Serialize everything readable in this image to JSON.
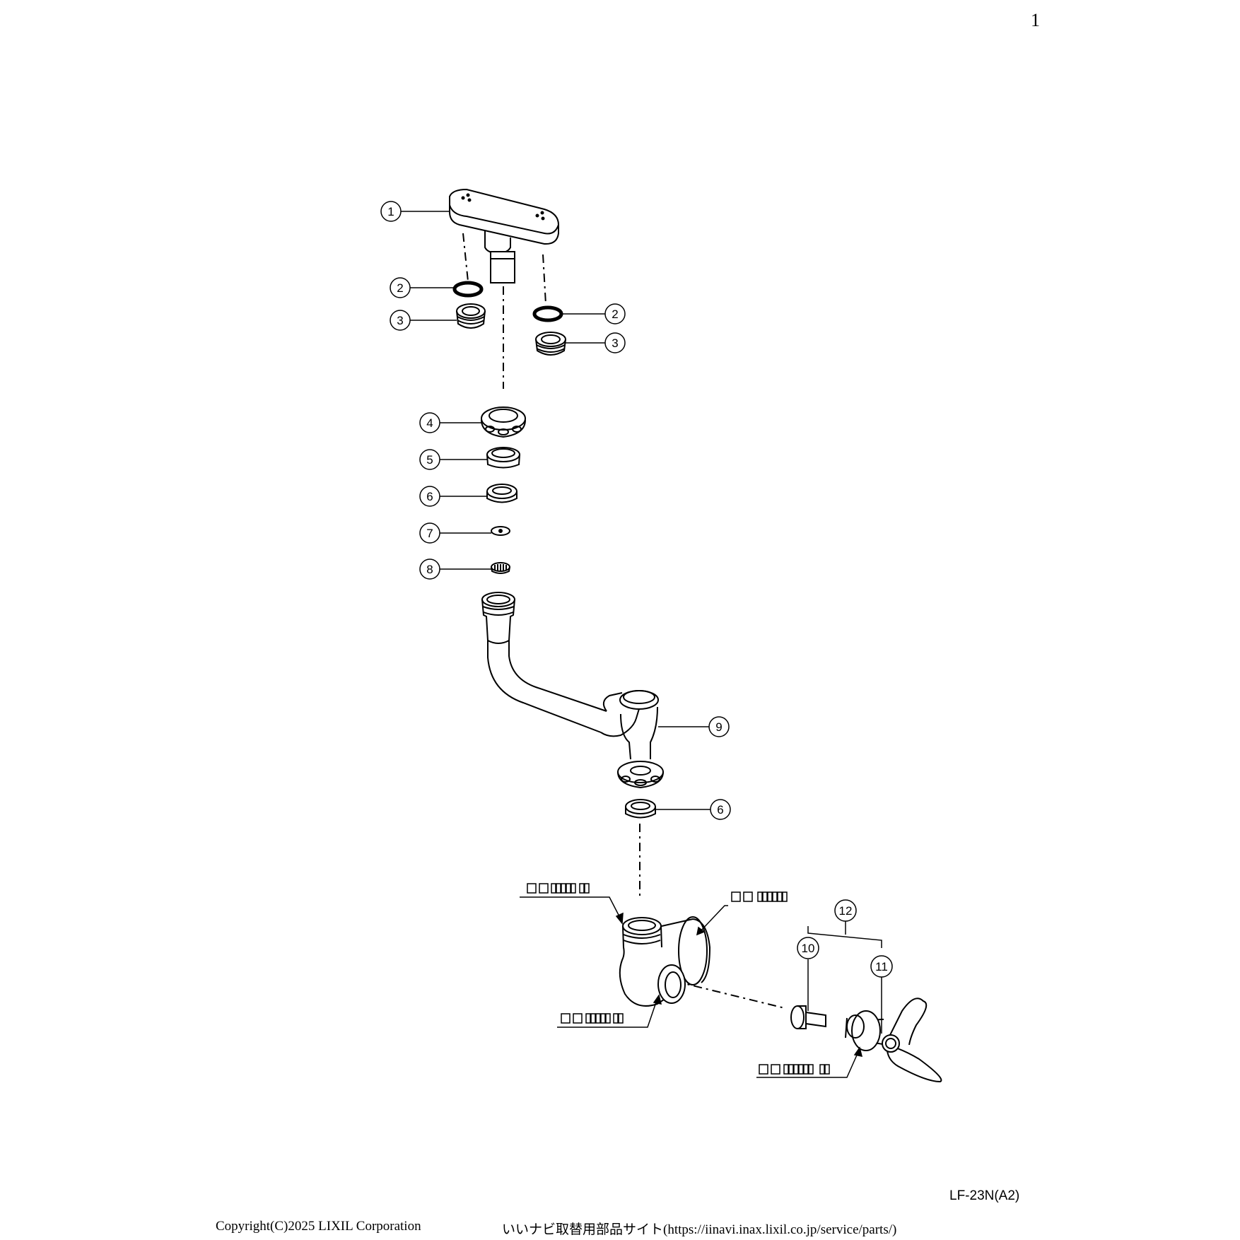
{
  "page_number": "1",
  "model_code": "LF-23N(A2)",
  "footer": {
    "copyright": "Copyright(C)2025 LIXIL Corporation",
    "site": "いいナビ取替用部品サイト(https://iinavi.inax.lixil.co.jp/service/parts/)"
  },
  "callouts": [
    "1",
    "2",
    "3",
    "2",
    "3",
    "4",
    "5",
    "6",
    "7",
    "8",
    "9",
    "6",
    "10",
    "11",
    "12"
  ]
}
